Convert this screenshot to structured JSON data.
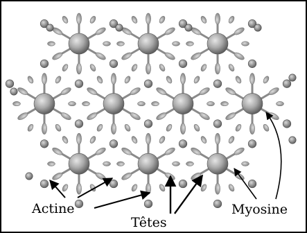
{
  "labels": {
    "actine": "Actine",
    "tetes": "Têtes",
    "myosine": "Myosine"
  },
  "colors": {
    "border": "#000000",
    "arrow": "#000000",
    "node_light": "#e6e6e6",
    "node_mid": "#a8a8a8",
    "node_dark": "#5f5f5f",
    "bead_light": "#d8d8d8",
    "bead_dark": "#5a5a5a"
  }
}
